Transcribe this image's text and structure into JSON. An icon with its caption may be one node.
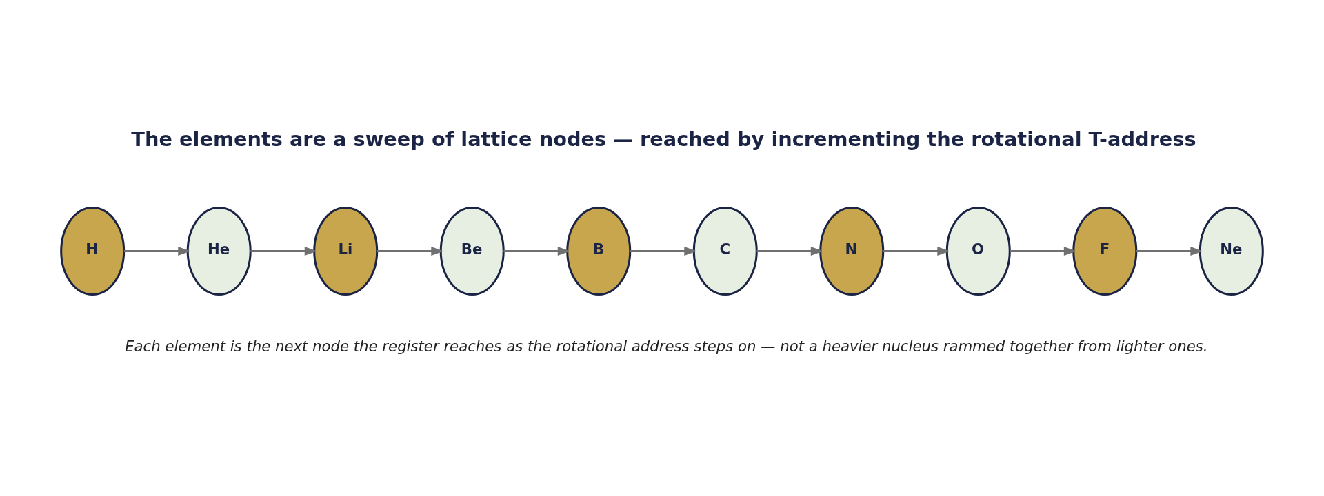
{
  "diagram": {
    "title": "The elements are a sweep of lattice nodes — reached by incrementing the rotational T-address",
    "caption": "Each element is the next node the register reaches as the rotational address steps on — not a heavier nucleus rammed together from lighter ones.",
    "nodes": [
      {
        "text": [
          "H"
        ]
      },
      {
        "text": [
          "He"
        ]
      },
      {
        "text": [
          "Li"
        ]
      },
      {
        "text": [
          "Be"
        ]
      },
      {
        "text": [
          "B"
        ]
      },
      {
        "text": [
          "C"
        ]
      },
      {
        "text": [
          "N"
        ]
      },
      {
        "text": [
          "O"
        ]
      },
      {
        "text": [
          "F"
        ]
      },
      {
        "text": [
          "Ne"
        ]
      }
    ],
    "edges": [
      {
        "from": 0,
        "to": 1,
        "arrow": "to"
      },
      {
        "from": 1,
        "to": 2,
        "arrow": "to"
      },
      {
        "from": 2,
        "to": 3,
        "arrow": "to"
      },
      {
        "from": 3,
        "to": 4,
        "arrow": "to"
      },
      {
        "from": 4,
        "to": 5,
        "arrow": "to"
      },
      {
        "from": 5,
        "to": 6,
        "arrow": "to"
      },
      {
        "from": 6,
        "to": 7,
        "arrow": "to"
      },
      {
        "from": 7,
        "to": 8,
        "arrow": "to"
      },
      {
        "from": 8,
        "to": 9,
        "arrow": "to"
      }
    ]
  }
}
